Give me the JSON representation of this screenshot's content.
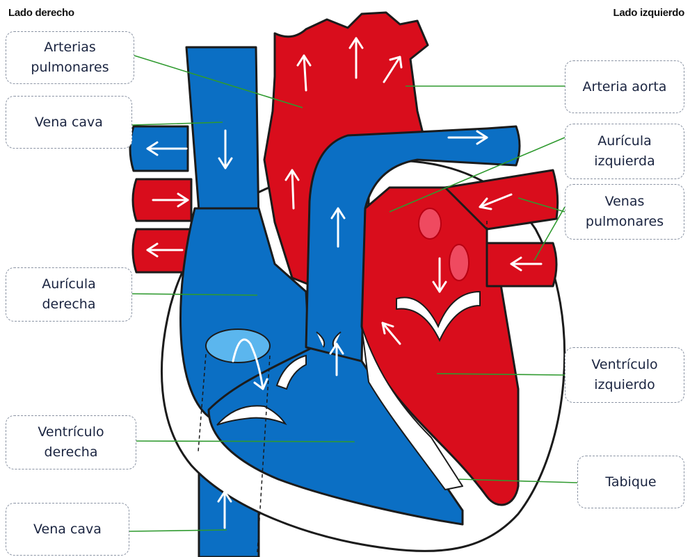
{
  "headings": {
    "right_side": "Lado derecho",
    "left_side": "Lado izquierdo"
  },
  "labels": {
    "arterias_pulmonares": "Arterias\npulmonares",
    "vena_cava_superior": "Vena cava",
    "auricula_derecha": "Aurícula\nderecha",
    "ventriculo_derecha": "Ventrículo\nderecha",
    "vena_cava_inferior": "Vena cava",
    "arteria_aorta": "Arteria aorta",
    "auricula_izquierda": "Aurícula\nizquierda",
    "venas_pulmonares": "Venas\npulmonares",
    "ventriculo_izquierdo": "Ventrículo\nizquierdo",
    "tabique": "Tabique"
  },
  "colors": {
    "deoxygenated_blood": "#0b6fc4",
    "oxygenated_blood": "#d90d1c",
    "outline": "#1b1b1b",
    "leader_line": "#2f9a2f",
    "arrow": "#ffffff",
    "valve_window": "#5bb6ee",
    "valve_spot": "#ef4a60"
  }
}
